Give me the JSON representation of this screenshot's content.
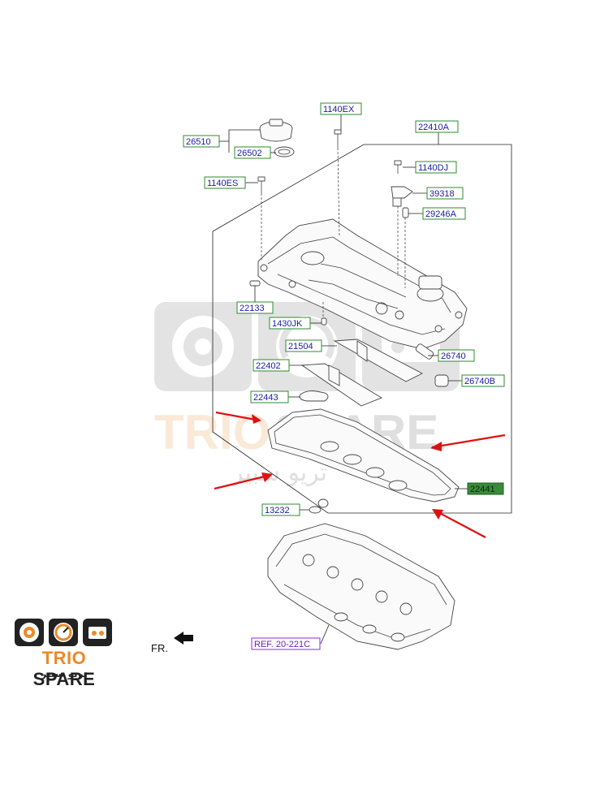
{
  "diagram": {
    "labels": {
      "p1140EX": "1140EX",
      "p22410A": "22410A",
      "p26510": "26510",
      "p26502": "26502",
      "p1140DJ": "1140DJ",
      "p1140ES": "1140ES",
      "p39318": "39318",
      "p29246A": "29246A",
      "p22133": "22133",
      "p1430JK": "1430JK",
      "p21504": "21504",
      "p26740": "26740",
      "p22402": "22402",
      "p26740B": "26740B",
      "p22443": "22443",
      "p22441": "22441",
      "p13232": "13232",
      "ref": "REF. 20-221C",
      "fr": "FR."
    },
    "highlight_color": "#3a8a3a",
    "arrow_color": "#e01010"
  },
  "watermark": {
    "brand_left": "TRIO",
    "brand_right": "SPARE",
    "arabic": "تريو سبير"
  },
  "brand": {
    "name_left": "TRIO",
    "name_right": "SPARE",
    "arabic": "تريو سبير",
    "accent": "#ea8a2a"
  }
}
